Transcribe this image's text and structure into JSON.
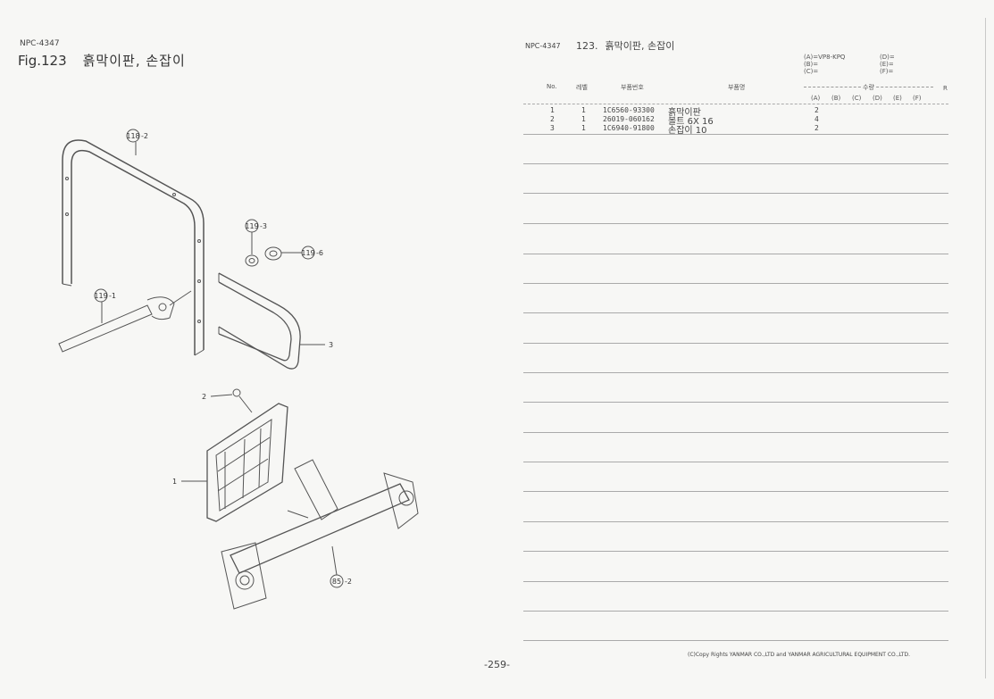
{
  "left": {
    "doc_code": "NPC-4347",
    "fig_label": "Fig.123",
    "fig_title": "흙막이판, 손잡이"
  },
  "diagram": {
    "callouts": {
      "c1": "118",
      "c2": "-2",
      "c3": "119",
      "c4": "-3",
      "c5": "119",
      "c6": "-6",
      "c7": "119",
      "c8": "-1",
      "c9": "3",
      "c10": "2",
      "c11": "1",
      "c12": "85",
      "c13": "-2"
    }
  },
  "right": {
    "doc_code": "NPC-4347",
    "title_num": "123.",
    "title": "흙막이판, 손잡이",
    "spec": {
      "a": "(A)=VP8-KPQ",
      "b": "(B)=",
      "c": "(C)=",
      "d": "(D)=",
      "e": "(E)=",
      "f": "(F)="
    },
    "headers": {
      "no": "No.",
      "level": "레벨",
      "part_no": "부품번호",
      "part_name": "부품명",
      "qty": "수량",
      "r": "R",
      "cols": [
        "(A)",
        "(B)",
        "(C)",
        "(D)",
        "(E)",
        "(F)"
      ]
    },
    "rows": [
      {
        "no": "1",
        "level": "1",
        "part_no": "1C6560-93300",
        "name": "흙막이판",
        "qty_a": "2"
      },
      {
        "no": "2",
        "level": "1",
        "part_no": "26019-060162",
        "name": "볼트 6X 16",
        "qty_a": "4"
      },
      {
        "no": "3",
        "level": "1",
        "part_no": "1C6940-91800",
        "name": "손잡이 10",
        "qty_a": "2"
      }
    ],
    "copyright": "(C)Copy Rights  YANMAR CO.,LTD and YANMAR AGRICULTURAL EQUIPMENT CO.,LTD."
  },
  "page_number": "-259-"
}
